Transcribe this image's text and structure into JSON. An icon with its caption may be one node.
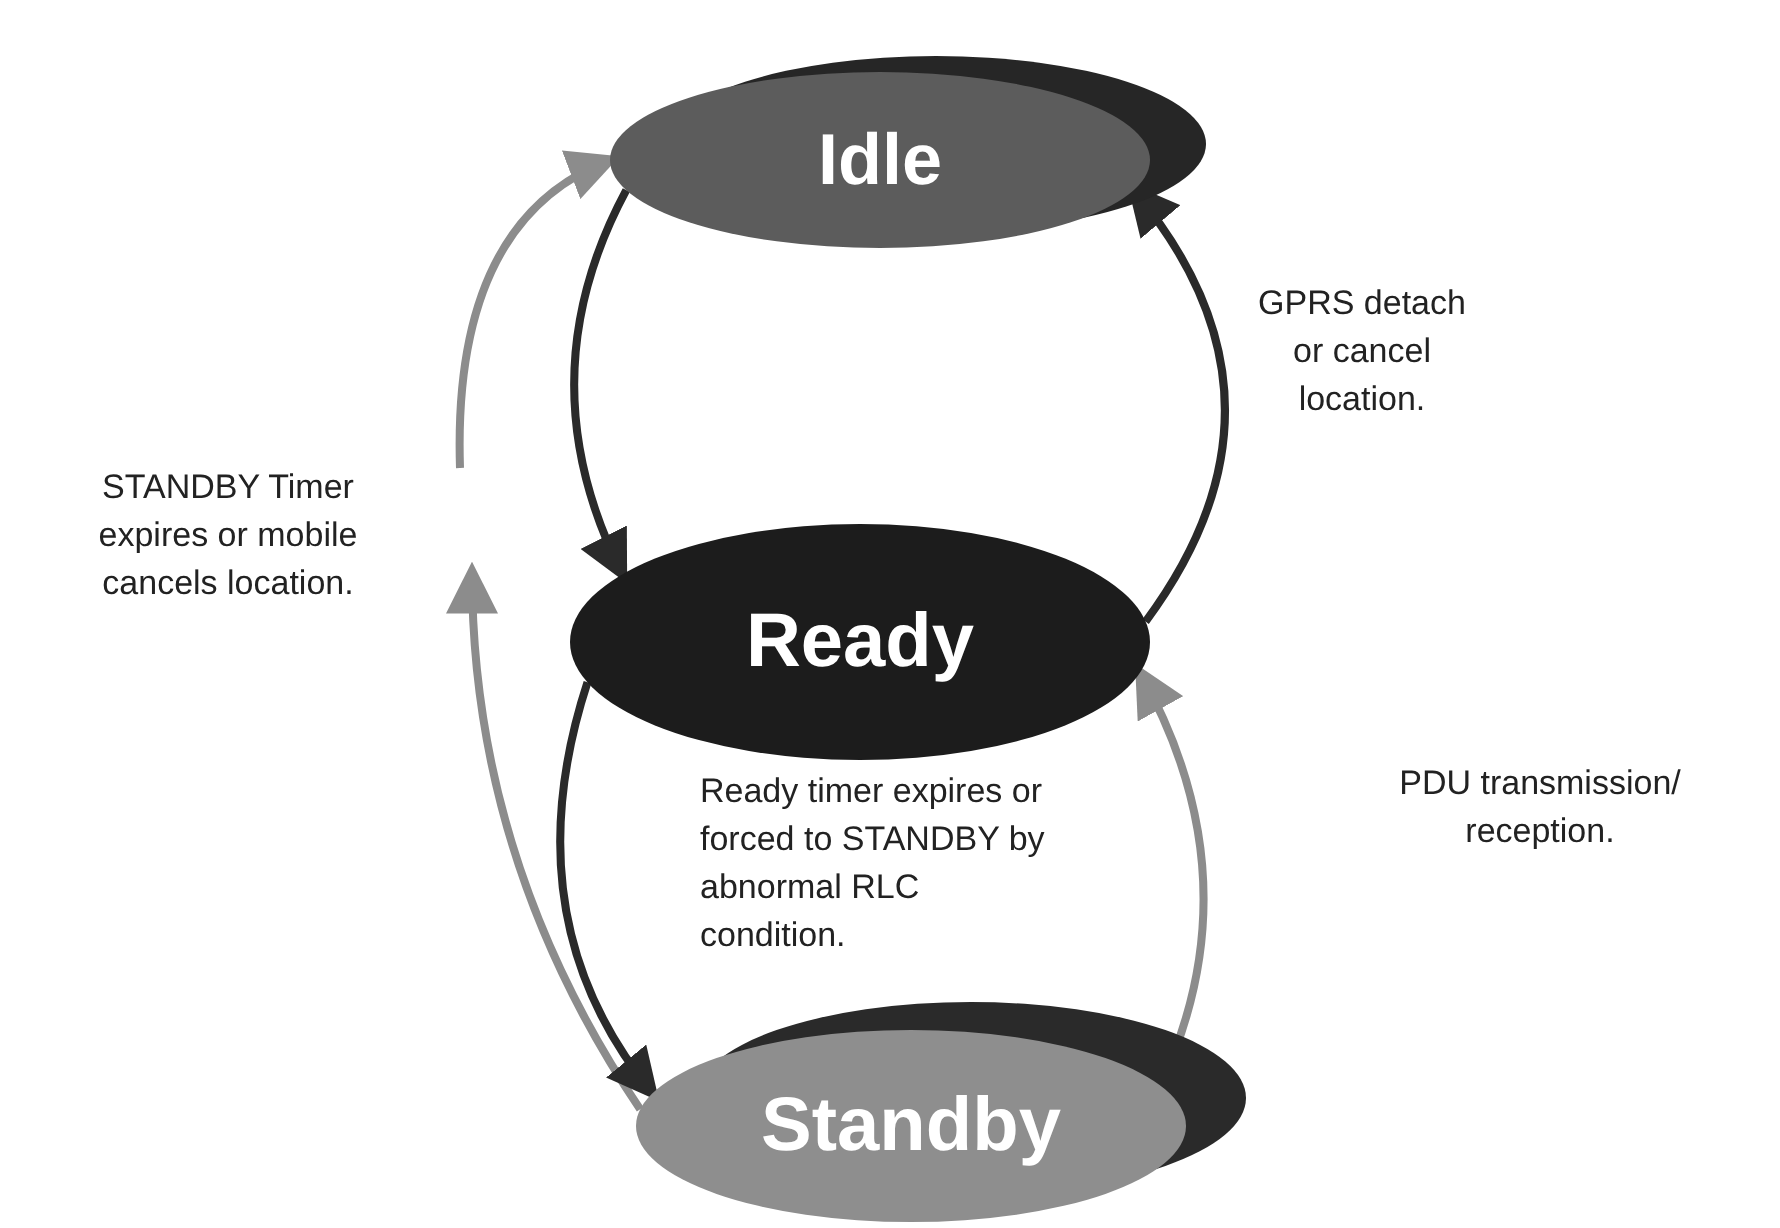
{
  "diagram": {
    "nodes": [
      {
        "text": [
          "Idle"
        ]
      },
      {
        "text": [
          "Ready"
        ]
      },
      {
        "text": [
          "Standby"
        ]
      }
    ],
    "edges": [
      {
        "from": 0,
        "to": 1,
        "arrow": "to"
      },
      {
        "from": 2,
        "to": null,
        "arrow": "to",
        "color": "#8c8c8c"
      },
      {
        "from": null,
        "to": 0,
        "arrow": "to",
        "color": "#8c8c8c"
      },
      {
        "from": 1,
        "to": 0,
        "arrow": "to"
      },
      {
        "from": 1,
        "to": 2,
        "arrow": "to"
      },
      {
        "from": 2,
        "to": 1,
        "arrow": "to",
        "color": "#8c8c8c"
      }
    ],
    "labels": [
      "STANDBY Timer expires or mobile cancels location.",
      "GPRS detach or cancel location.",
      "Ready timer expires or forced to STANDBY by abnormal RLC condition.",
      "PDU transmission/ reception."
    ]
  }
}
